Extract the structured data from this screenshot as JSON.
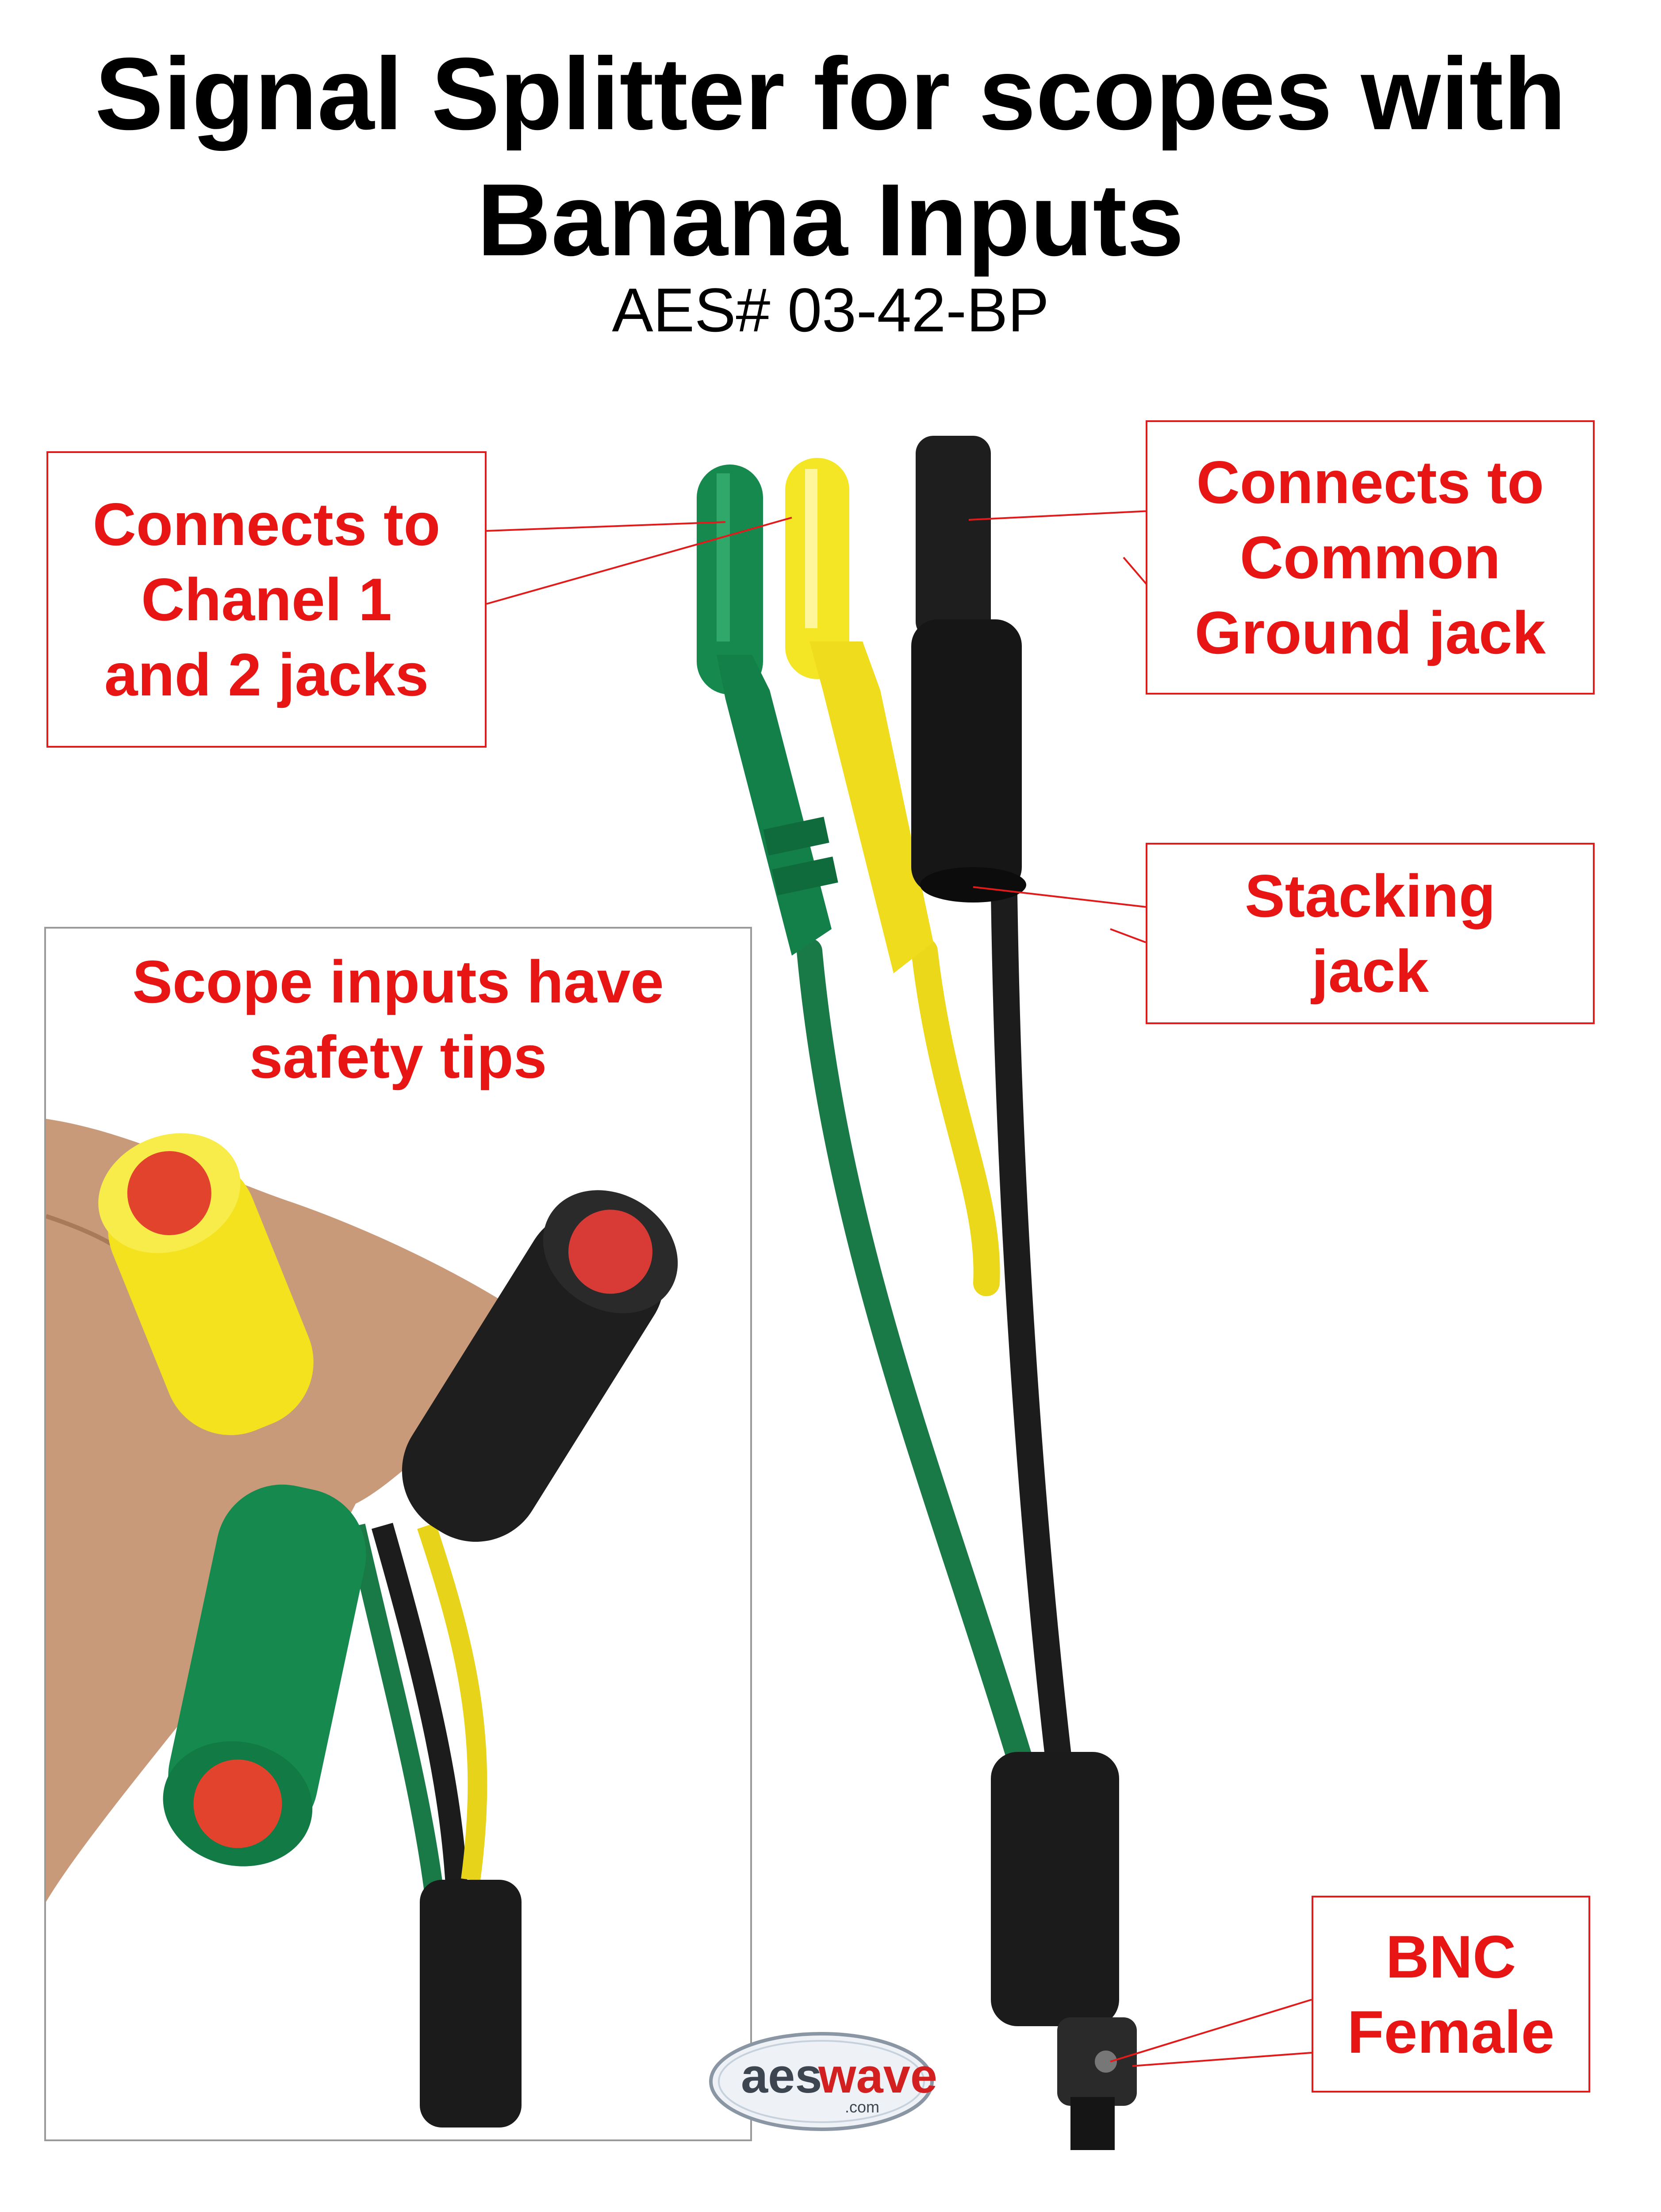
{
  "header": {
    "title_line1": "Signal Splitter for scopes with",
    "title_line2": "Banana Inputs",
    "part_number": "AES# 03-42-BP"
  },
  "callouts": {
    "channel": "Connects to\nChanel 1\nand 2 jacks",
    "ground": "Connects to\nCommon\nGround jack",
    "stacking": "Stacking\njack",
    "bnc": "BNC\nFemale"
  },
  "inset": {
    "caption": "Scope inputs have\nsafety tips"
  },
  "logo": {
    "brand_left": "aes",
    "brand_right": "wave",
    "domain": ".com"
  },
  "colors": {
    "callout_red": "#e81515",
    "green_plug": "#168a4e",
    "yellow_plug": "#f2e21b",
    "black_plug": "#1b1b1b",
    "safety_tip": "#e2432d"
  }
}
